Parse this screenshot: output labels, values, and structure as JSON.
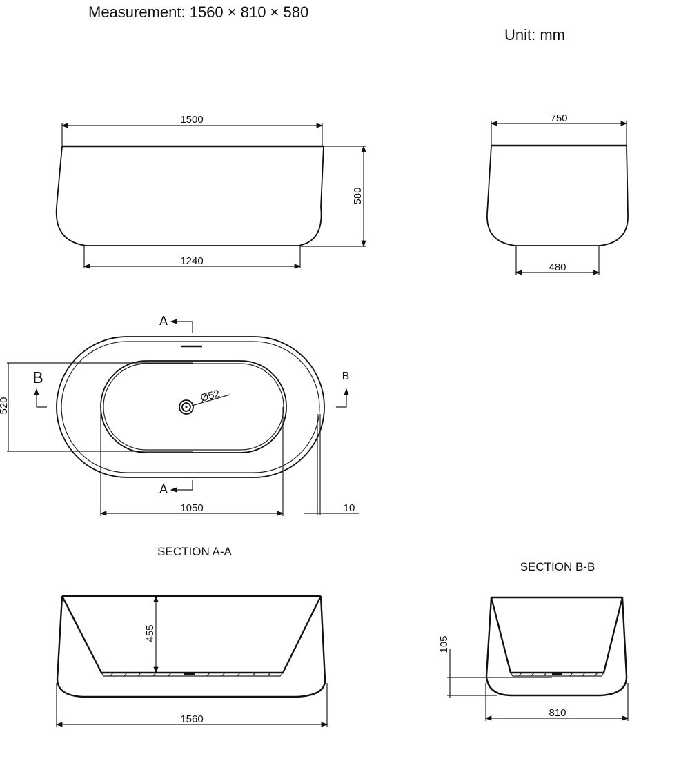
{
  "header": {
    "measurement": "Measurement: 1560 × 810 × 580",
    "unit": "Unit: mm"
  },
  "front_view": {
    "top_width": "1500",
    "height": "580",
    "base_width": "1240"
  },
  "side_view": {
    "top_width": "750",
    "base_width": "480"
  },
  "plan_view": {
    "section_a_label": "A",
    "section_b_label": "B",
    "drain_diameter": "Ø52",
    "basin_width": "520",
    "basin_length": "1050",
    "rim_thickness": "10"
  },
  "section_a": {
    "title": "SECTION A-A",
    "depth": "455",
    "length": "1560"
  },
  "section_b": {
    "title": "SECTION B-B",
    "base_thickness": "105",
    "width": "810"
  }
}
